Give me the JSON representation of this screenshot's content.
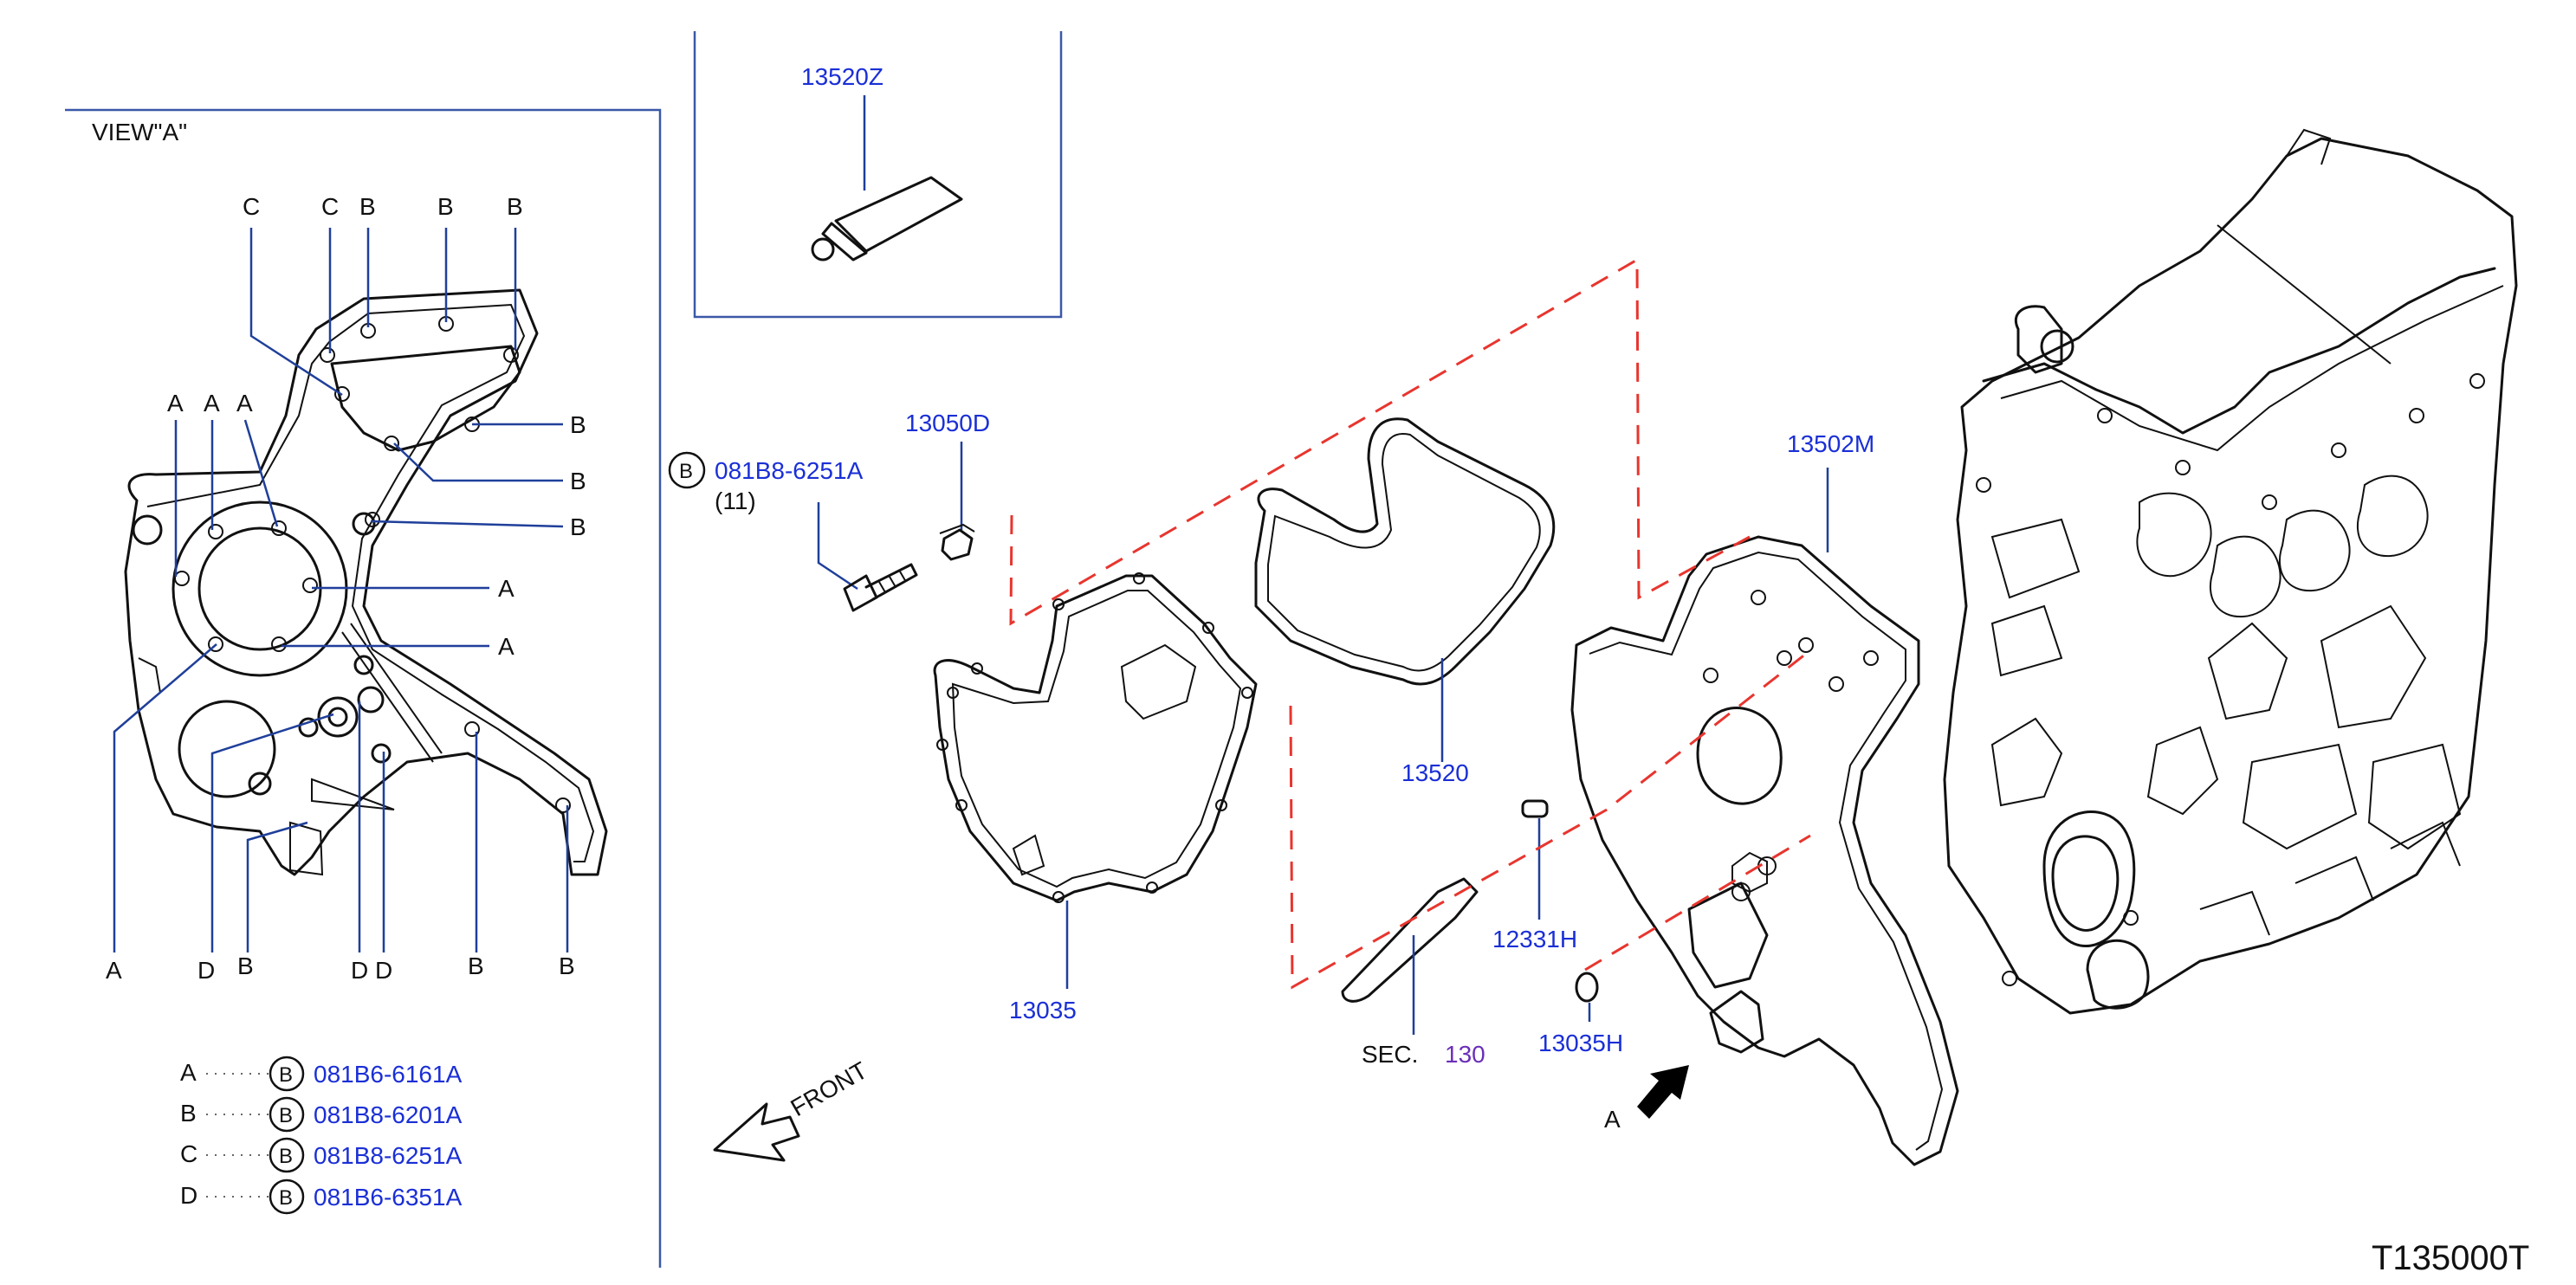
{
  "view_label": "VIEW\"A\"",
  "bolt_symbol": "B",
  "top_letters": [
    "C",
    "C",
    "B",
    "B",
    "B"
  ],
  "left_letters": [
    "A",
    "A",
    "A"
  ],
  "right_letters": [
    "B",
    "B",
    "B",
    "A",
    "A"
  ],
  "bottom_letters": [
    "A",
    "D",
    "B",
    "D",
    "D",
    "B",
    "B"
  ],
  "legend": [
    {
      "letter": "A",
      "part": "081B6-6161A"
    },
    {
      "letter": "B",
      "part": "081B8-6201A"
    },
    {
      "letter": "C",
      "part": "081B8-6251A"
    },
    {
      "letter": "D",
      "part": "081B6-6351A"
    }
  ],
  "front_label": "FRONT",
  "parts": {
    "sealant": "13520Z",
    "bolt_main": "081B8-6251A",
    "bolt_qty": "(11)",
    "plug": "13050D",
    "rear_cover": "13502M",
    "gasket": "13520",
    "front_cover": "13035",
    "dowel": "12331H",
    "oring": "13035H"
  },
  "sec_label": "SEC.",
  "sec_num": "130",
  "view_arrow_label": "A",
  "figure_code": "T135000T",
  "colors": {
    "part_number": "#1a2fd6",
    "section_ref": "#6a2fb8",
    "phantom_line": "#e8352e"
  }
}
